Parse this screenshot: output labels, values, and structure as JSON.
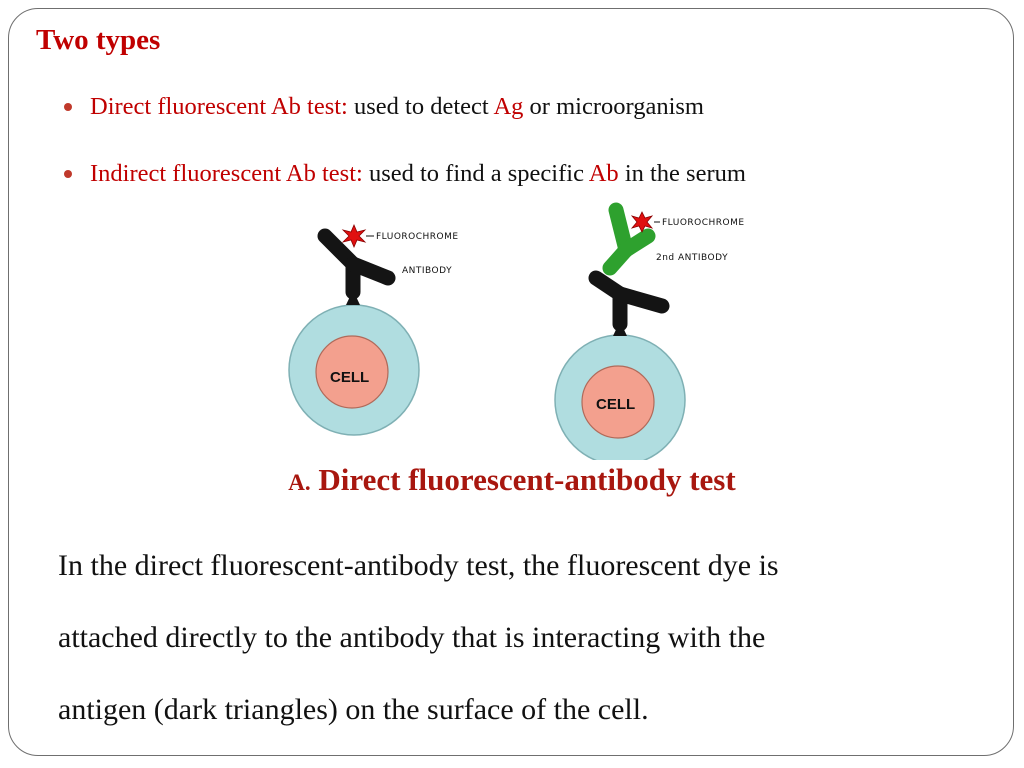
{
  "slide": {
    "title": "Two types",
    "bullets": [
      {
        "term": "Direct fluorescent Ab test:",
        "text_before": "used to detect",
        "highlight": "Ag",
        "text_after": "or microorganism"
      },
      {
        "term": "Indirect fluorescent Ab test:",
        "text_before": "used to find a specific",
        "highlight": "Ab",
        "text_after": "in the serum"
      }
    ],
    "diagram": {
      "left": {
        "fluorochrome_label": "FLUOROCHROME",
        "antibody_label": "ANTIBODY",
        "cell_label": "CELL"
      },
      "right": {
        "fluorochrome_label": "FLUOROCHROME",
        "antibody_label": "2nd ANTIBODY",
        "cell_label": "CELL"
      }
    },
    "caption": {
      "prefix": "A.",
      "text": "Direct fluorescent-antibody test"
    },
    "paragraph_lines": [
      "In the direct fluorescent-antibody test, the fluorescent dye is",
      "attached directly to the antibody that is interacting with the",
      "antigen (dark triangles) on the surface of the cell."
    ]
  },
  "colors": {
    "title_red": "#c00000",
    "caption_red": "#a8170f",
    "cell_ring": "#b0dde0",
    "cell_core": "#f3a08e",
    "antibody_black": "#141414",
    "antibody_green": "#2ea12e",
    "fluorochrome_red": "#e01010"
  }
}
